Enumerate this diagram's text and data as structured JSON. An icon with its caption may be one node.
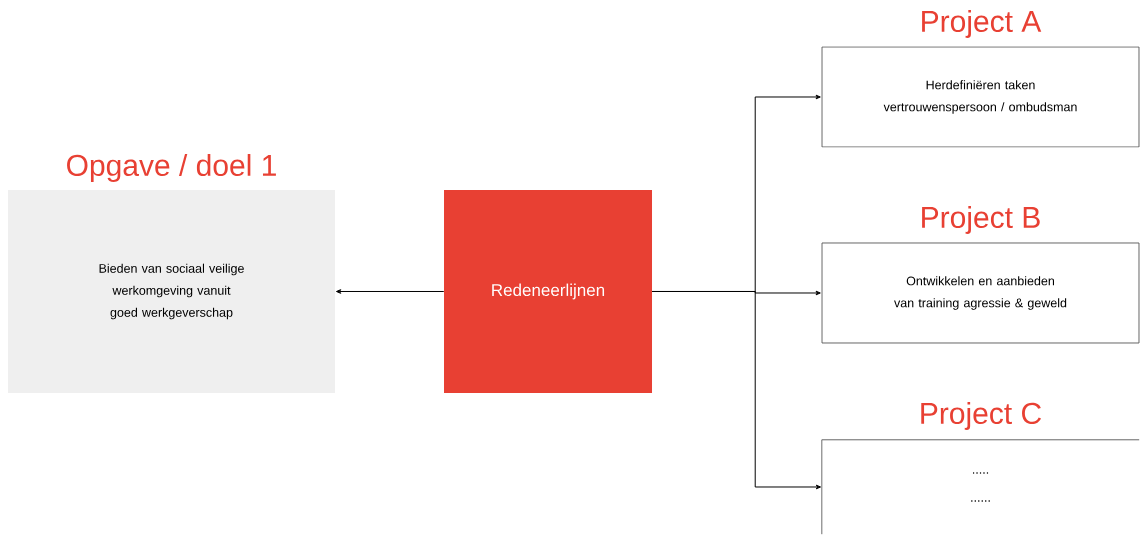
{
  "diagram": {
    "nodes": [
      {
        "text": [
          "Opgave / doel 1",
          "Bieden van sociaal veilige werkomgeving vanuit goed werkgeverschap"
        ]
      },
      {
        "text": [
          "Redeneerlijnen"
        ]
      },
      {
        "text": [
          "Project A",
          "Herdefiniëren taken vertrouwenspersoon / ombudsman"
        ]
      },
      {
        "text": [
          "Project B",
          "Ontwikkelen en aanbieden van training agressie & geweld"
        ]
      },
      {
        "text": [
          "Project C",
          ".....",
          "......"
        ]
      }
    ],
    "edges": [
      {
        "from": 1,
        "to": 0,
        "arrow": "to"
      },
      {
        "from": 1,
        "to": 2,
        "arrow": "to"
      },
      {
        "from": 1,
        "to": 3,
        "arrow": "to"
      },
      {
        "from": 1,
        "to": 4,
        "arrow": "to"
      }
    ]
  }
}
